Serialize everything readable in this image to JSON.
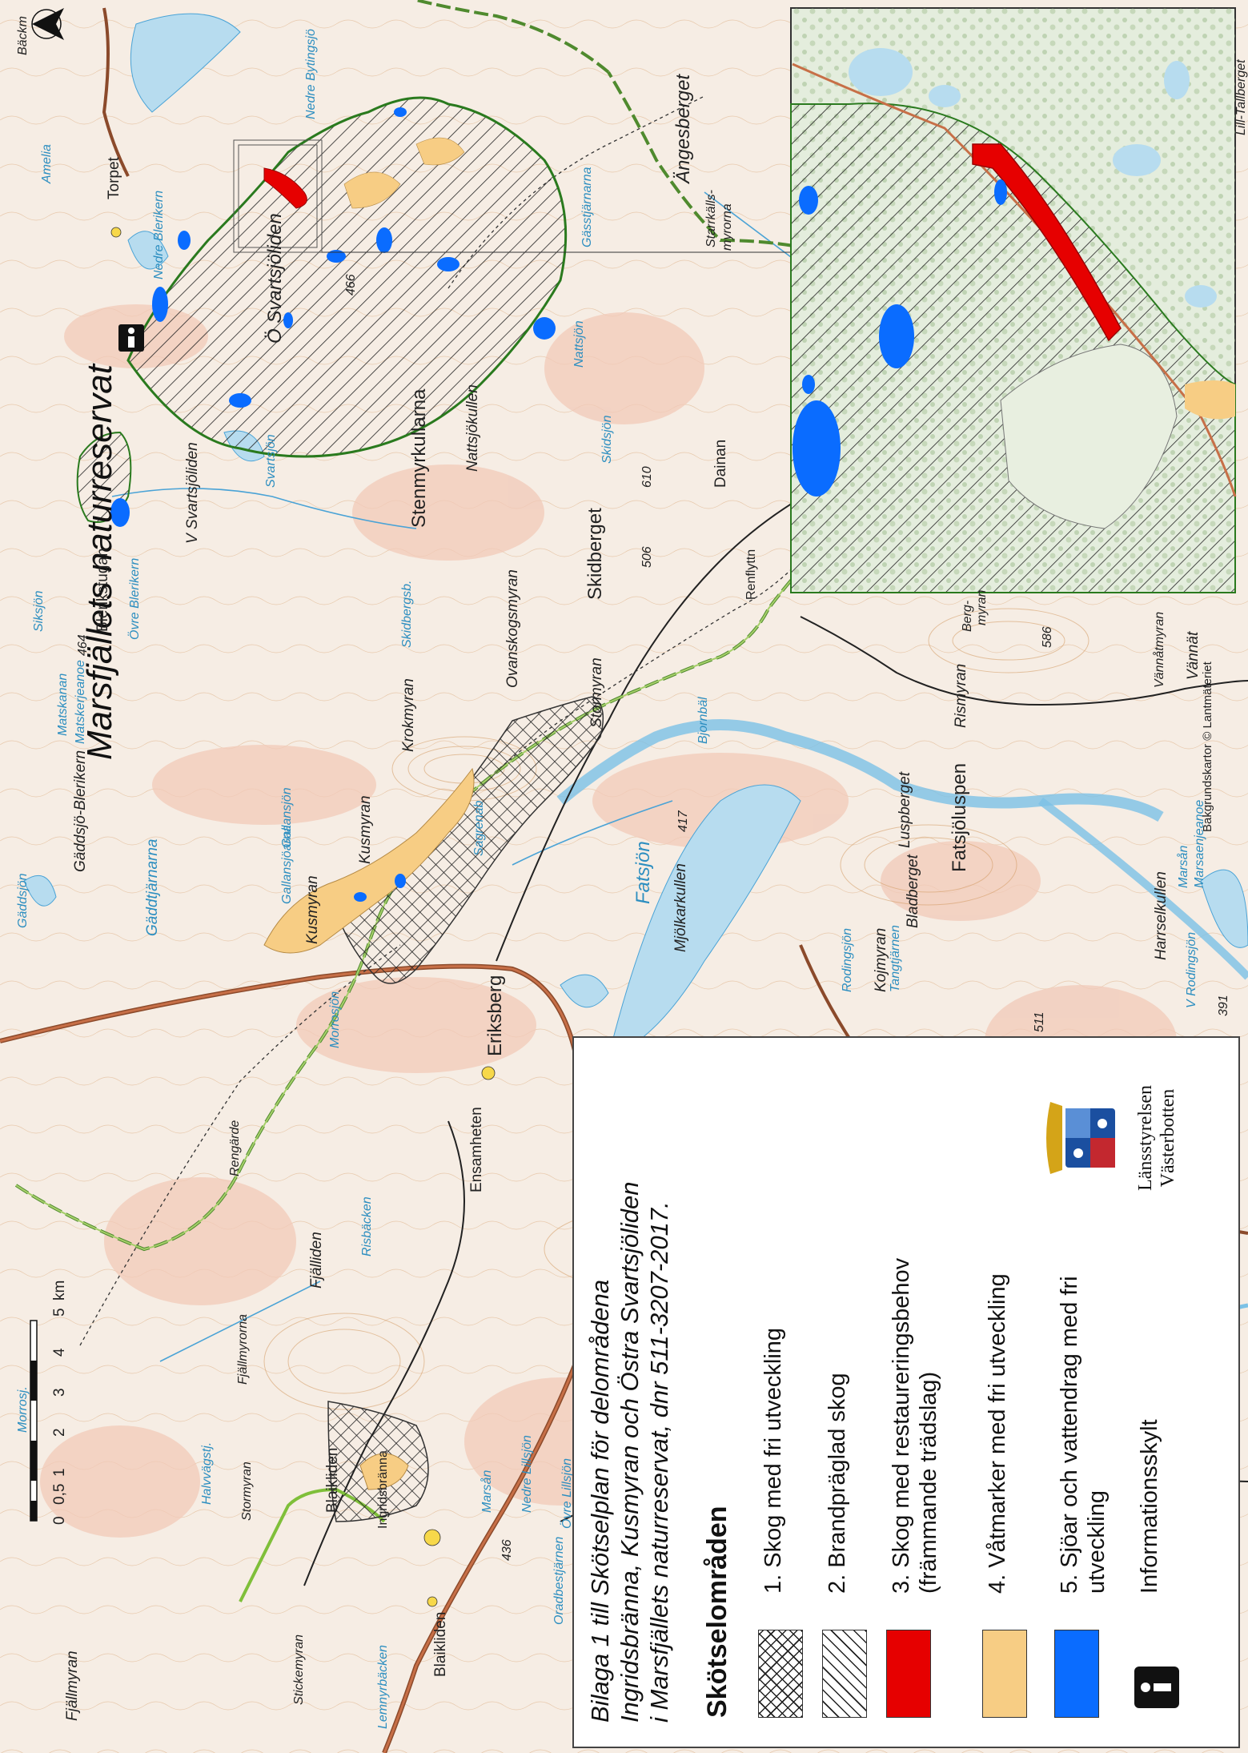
{
  "map": {
    "title": "Marsfjällets naturreservat",
    "scale": {
      "ticks": [
        "0",
        "0,5",
        "1",
        "2",
        "3",
        "4",
        "5"
      ],
      "unit": "km"
    },
    "copyright": "Bakgrundskartor © Lantmäteriet",
    "place_labels": [
      {
        "text": "Torpet"
      },
      {
        "text": "Ö Svartsjöliden"
      },
      {
        "text": "V Svartsjöliden"
      },
      {
        "text": "Blerikstugan"
      },
      {
        "text": "Stenmyrkullarna"
      },
      {
        "text": "Nattsjökullen"
      },
      {
        "text": "Skidberget"
      },
      {
        "text": "Ovanskogsmyran"
      },
      {
        "text": "Stormyran"
      },
      {
        "text": "Dainan"
      },
      {
        "text": "Ängesberget"
      },
      {
        "text": "Starrkälls-"
      },
      {
        "text": "myrorna"
      },
      {
        "text": "Krokmyran"
      },
      {
        "text": "Kusmyran"
      },
      {
        "text": "Kusmyran"
      },
      {
        "text": "Gäddsjö-Blerikern"
      },
      {
        "text": "Gäddtjärnarna"
      },
      {
        "text": "Eriksberg"
      },
      {
        "text": "Fatsjöluspen"
      },
      {
        "text": "Luspberget"
      },
      {
        "text": "Bladberget"
      },
      {
        "text": "Mjölkarkullen"
      },
      {
        "text": "Kojmyran"
      },
      {
        "text": "Harrselkullen"
      },
      {
        "text": "Rismyran"
      },
      {
        "text": "Berg-"
      },
      {
        "text": "myran"
      },
      {
        "text": "Vännåtmyran"
      },
      {
        "text": "Vännät"
      },
      {
        "text": "Fjälliden"
      },
      {
        "text": "Ensamheten"
      },
      {
        "text": "Rengärde"
      },
      {
        "text": "Fjällmyrorna"
      },
      {
        "text": "Stormyran"
      },
      {
        "text": "Blaikliden"
      },
      {
        "text": "Ingridsbränna"
      },
      {
        "text": "Blaikliden"
      },
      {
        "text": "Stickemyran"
      },
      {
        "text": "Fjällmyran"
      },
      {
        "text": "Bäckm"
      },
      {
        "text": "Lill-Tallberget"
      }
    ],
    "water_labels": [
      {
        "text": "Amelia"
      },
      {
        "text": "Nedre Bytingsjö"
      },
      {
        "text": "Gässtjärnarna"
      },
      {
        "text": "Nedre Blerikern"
      },
      {
        "text": "Nattsjön"
      },
      {
        "text": "Svartsjön"
      },
      {
        "text": "Övre Blerikern"
      },
      {
        "text": "Skidsjön"
      },
      {
        "text": "Siksjön"
      },
      {
        "text": "Matskanan"
      },
      {
        "text": "Matskerjeanoe"
      },
      {
        "text": "Gäddsjön"
      },
      {
        "text": "Gallansjöarna"
      },
      {
        "text": "Skidbergsb."
      },
      {
        "text": "Gallansjön"
      },
      {
        "text": "Morrosjön"
      },
      {
        "text": "Fatsjön"
      },
      {
        "text": "Sagrenab"
      },
      {
        "text": "Bjornbäl"
      },
      {
        "text": "Marsån"
      },
      {
        "text": "Marsaenjeanoe"
      },
      {
        "text": "Risbäcken"
      },
      {
        "text": "Marsån"
      },
      {
        "text": "Nedre Lillsjön"
      },
      {
        "text": "Övre Lillsjön"
      },
      {
        "text": "Halvvägstj."
      },
      {
        "text": "Morrosj."
      },
      {
        "text": "Lemnyrbäcken"
      },
      {
        "text": "Oradbestjärnen"
      },
      {
        "text": "V Rodingsjön"
      },
      {
        "text": "Rodingsjön"
      },
      {
        "text": "Tangtjärnen"
      },
      {
        "text": "Renflyttn"
      }
    ],
    "elevations": [
      "466",
      "506",
      "610",
      "464",
      "417",
      "586",
      "436",
      "391",
      "511"
    ]
  },
  "legend": {
    "caption_lines": [
      "Bilaga 1 till Skötselplan för delområdena",
      "Ingridsbränna, Kusmyran och Östra Svartsjöliden",
      "i Marsfjällets naturreservat, dnr 511-3207-2017."
    ],
    "heading": "Skötselområden",
    "items": [
      {
        "label": "1. Skog med fri utveckling",
        "swatch": "crosshatch"
      },
      {
        "label": "2. Brandpräglad skog",
        "swatch": "hatch"
      },
      {
        "label": "3. Skog med restaureringsbehov (främmande trädslag)",
        "swatch": "red",
        "color": "#e60000"
      },
      {
        "label": "4. Våtmarker med fri utveckling",
        "swatch": "tan",
        "color": "#f7cd84"
      },
      {
        "label": "5. Sjöar och vattendrag med fri utveckling",
        "swatch": "blue",
        "color": "#0a6cff"
      },
      {
        "label": "Informationsskylt",
        "swatch": "info-icon"
      }
    ],
    "agency_lines": [
      "Länsstyrelsen",
      "Västerbotten"
    ]
  }
}
